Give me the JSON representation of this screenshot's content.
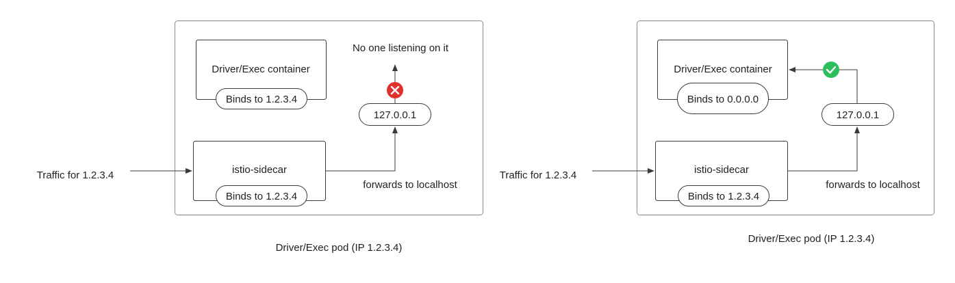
{
  "left": {
    "traffic_label": "Traffic for 1.2.3.4",
    "container_title": "Driver/Exec container",
    "container_binds": "Binds to 1.2.3.4",
    "sidecar_title": "istio-sidecar",
    "sidecar_binds": "Binds to 1.2.3.4",
    "localhost_ip": "127.0.0.1",
    "forwards_label": "forwards to localhost",
    "no_listener_label": "No one listening on it",
    "status_icon": "error-x-icon",
    "status_color": "#e0312f",
    "pod_caption": "Driver/Exec pod (IP 1.2.3.4)"
  },
  "right": {
    "traffic_label": "Traffic for 1.2.3.4",
    "container_title": "Driver/Exec container",
    "container_binds": "Binds to 0.0.0.0",
    "sidecar_title": "istio-sidecar",
    "sidecar_binds": "Binds to 1.2.3.4",
    "localhost_ip": "127.0.0.1",
    "forwards_label": "forwards to localhost",
    "status_icon": "success-check-icon",
    "status_color": "#2dbf5e",
    "pod_caption": "Driver/Exec pod (IP 1.2.3.4)"
  }
}
